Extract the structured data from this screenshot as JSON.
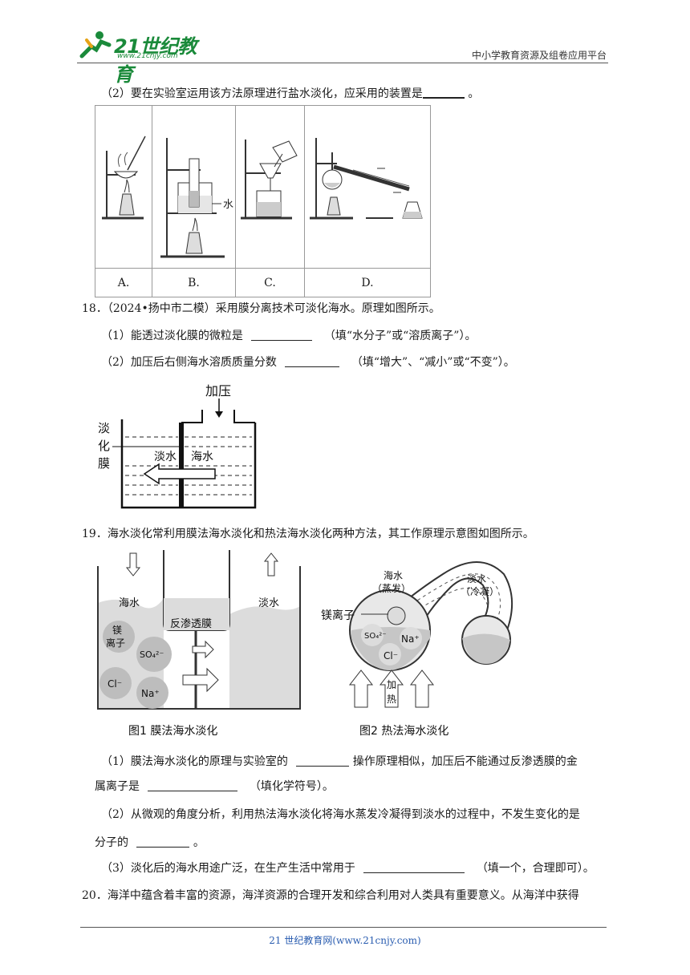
{
  "header": {
    "logo_text": "21世纪教育",
    "logo_url": "www.21cnjy.com",
    "platform": "中小学教育资源及组卷应用平台"
  },
  "q17": {
    "part2_prefix": "（2）要在实验室运用该方法原理进行盐水淡化，应采用的装置是",
    "part2_suffix": " 。",
    "options": [
      "A.",
      "B.",
      "C.",
      "D."
    ],
    "water_label": "水"
  },
  "q18": {
    "stem": "18．（2024•扬中市二模）采用膜分离技术可淡化海水。原理如图所示。",
    "part1_prefix": "（1）能透过淡化膜的微粒是",
    "part1_suffix": "（填“水分子”或“溶质离子”）。",
    "part2_prefix": "（2）加压后右侧海水溶质质量分数",
    "part2_suffix": "（填“增大”、“减小”或“不变”）。",
    "fig": {
      "pressure": "加压",
      "membrane_chars": [
        "淡",
        "化",
        "膜"
      ],
      "fresh": "淡水",
      "sea": "海水"
    }
  },
  "q19": {
    "stem": "19．海水淡化常利用膜法海水淡化和热法海水淡化两种方法，其工作原理示意图如图所示。",
    "fig1": {
      "seawater": "海水",
      "freshwater": "淡水",
      "membrane": "反渗透膜",
      "mg_1": "镁",
      "mg_2": "离子",
      "so4": "SO₄²⁻",
      "cl": "Cl⁻",
      "na": "Na⁺",
      "caption": "图1  膜法海水淡化"
    },
    "fig2": {
      "sea_1": "海水",
      "sea_2": "（蒸发）",
      "fresh_1": "淡水",
      "fresh_2": "（冷凝）",
      "mg_ion": "镁离子",
      "so4": "SO₄²⁻",
      "na": "Na⁺",
      "cl": "Cl⁻",
      "heat_1": "加",
      "heat_2": "热",
      "caption": "图2  热法海水淡化"
    },
    "part1_a": "（1）膜法海水淡化的原理与实验室的",
    "part1_b": " 操作原理相似，加压后不能通过反渗透膜的金",
    "part1_c": "属离子是",
    "part1_d": "（填化学符号）。",
    "part2_a": "（2）从微观的角度分析，利用热法海水淡化将海水蒸发冷凝得到淡水的过程中，不发生变化的是",
    "part2_b": "分子的",
    "part2_c": " 。",
    "part3_a": "（3）淡化后的海水用途广泛，在生产生活中常用于",
    "part3_b": "（填一个，合理即可）。"
  },
  "q20": {
    "stem": "20．海洋中蕴含着丰富的资源，海洋资源的合理开发和综合利用对人类具有重要意义。从海洋中获得"
  },
  "footer": {
    "text": "21 世纪教育网(www.21cnjy.com)"
  }
}
